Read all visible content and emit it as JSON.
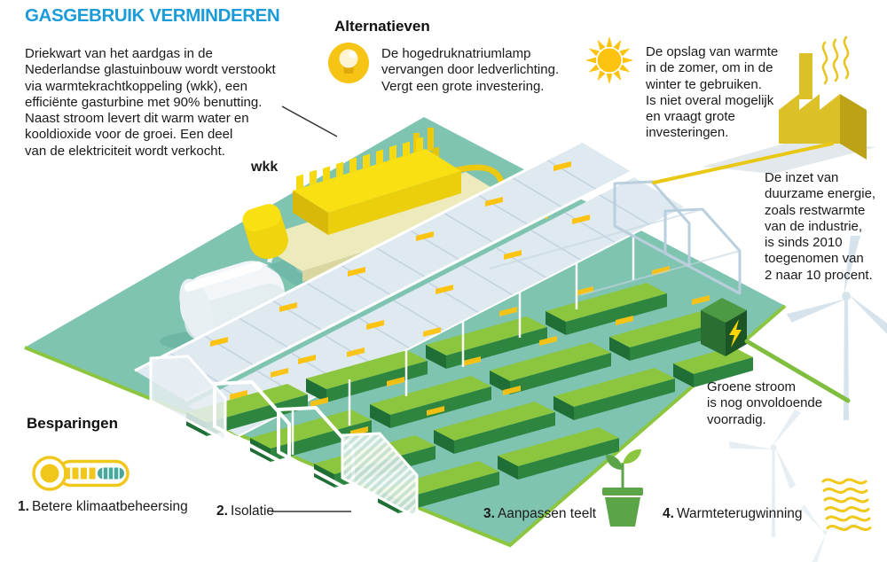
{
  "title": "GASGEBRUIK VERMINDEREN",
  "intro": "Driekwart van het aardgas in de\nNederlandse glastuinbouw wordt verstookt\nvia warmtekrachtkoppeling (wkk), een\nefficiënte gasturbine met 90% benutting.\nNaast stroom levert dit warm water en\nkooldioxide voor de groei. Een deel\nvan de elektriciteit wordt verkocht.",
  "diagram": {
    "wkk_label": "wkk"
  },
  "alternatieven": {
    "header": "Alternatieven",
    "led": "De hogedruknatriumlamp\nvervangen door ledverlichting.\nVergt een grote investering.",
    "warmteopslag": "De opslag van warmte\nin de zomer, om in de\nwinter te gebruiken.\nIs niet overal mogelijk\nen vraagt grote\ninvesteringen.",
    "restwarmte": "De inzet van\nduurzame energie,\nzoals restwarmte\nvan de industrie,\nis sinds 2010\ntoegenomen van\n2 naar 10 procent.",
    "groene_stroom": "Groene stroom\nis nog onvoldoende\nvoorradig."
  },
  "besparingen": {
    "header": "Besparingen",
    "items": [
      {
        "number": "1.",
        "label": "Betere klimaatbeheersing",
        "icon": "thermometer-icon"
      },
      {
        "number": "2.",
        "label": "Isolatie",
        "icon": "leader-line"
      },
      {
        "number": "3.",
        "label": "Aanpassen teelt",
        "icon": "plant-icon"
      },
      {
        "number": "4.",
        "label": "Warmteterugwinning",
        "icon": "heat-waves-icon"
      }
    ]
  },
  "colors": {
    "title_blue": "#1b9cd8",
    "yellow": "#f5c414",
    "teal_ground": "#7fc3b1",
    "edge_green": "#8cc63f",
    "crop_green": "#8cc63e",
    "crop_dark": "#2e8540",
    "glass_blue": "#dfe9f0",
    "frame_blue": "#b9cfdd",
    "turbine_pale": "#cfdfe9"
  }
}
